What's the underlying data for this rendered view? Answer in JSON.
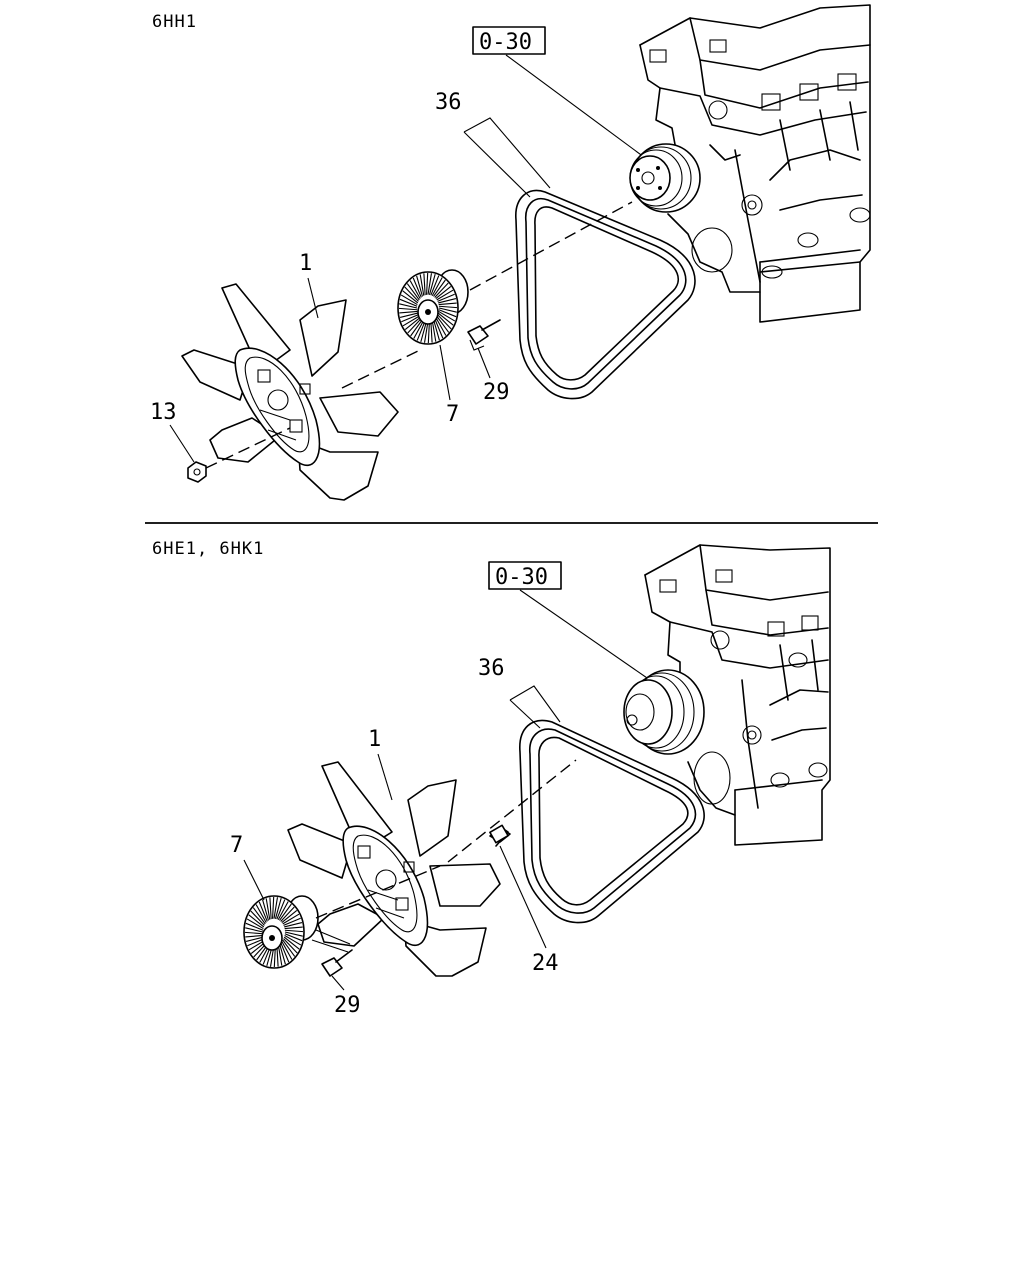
{
  "sections": [
    {
      "title": "6HH1",
      "ref_box": "0-30",
      "callouts": {
        "belt": "36",
        "fan": "1",
        "clutch": "7",
        "bolt": "29",
        "nut": "13"
      }
    },
    {
      "title": "6HE1, 6HK1",
      "ref_box": "0-30",
      "callouts": {
        "belt": "36",
        "fan": "1",
        "clutch": "7",
        "bolt": "29",
        "stud": "24"
      }
    }
  ],
  "colors": {
    "line": "#000000",
    "background": "#ffffff"
  }
}
